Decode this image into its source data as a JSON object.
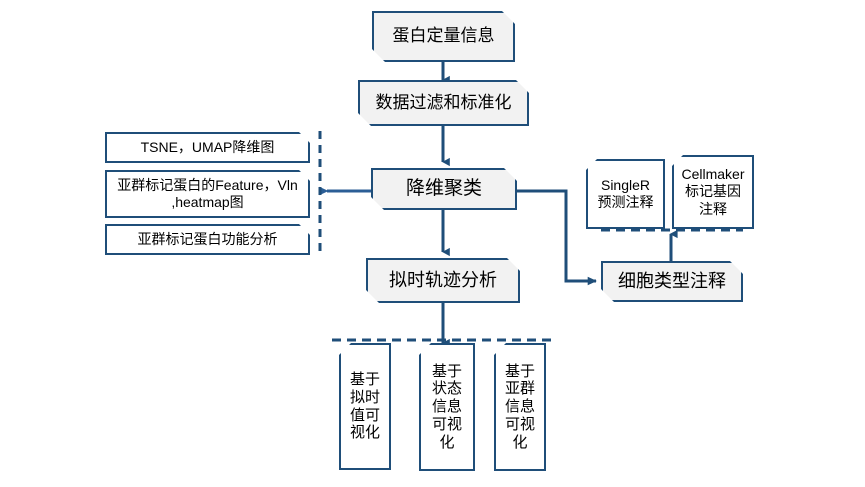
{
  "diagram": {
    "title_text": "蛋白定量信息",
    "colors": {
      "border": "#1F4E79",
      "main_fill": "#F2F2F2",
      "side_fill": "#FFFFFF",
      "connector": "#1F4E79",
      "background": "#FFFFFF"
    },
    "main_flow": [
      {
        "id": "protein-quant",
        "label": "蛋白定量信息"
      },
      {
        "id": "filter-normalize",
        "label": "数据过滤和标准化"
      },
      {
        "id": "dimred-cluster",
        "label": "降维聚类"
      },
      {
        "id": "pseudotime",
        "label": "拟时轨迹分析"
      }
    ],
    "left_outputs": [
      {
        "id": "tsne-umap",
        "label": "TSNE，UMAP降维图"
      },
      {
        "id": "marker-plots",
        "label": "亚群标记蛋白的Feature，Vln\n,heatmap图"
      },
      {
        "id": "marker-function",
        "label": "亚群标记蛋白功能分析"
      }
    ],
    "annotation_sources": [
      {
        "id": "singler",
        "label": "SingleR\n预测注释"
      },
      {
        "id": "cellmaker",
        "label": "Cellmaker\n标记基因\n注释"
      }
    ],
    "cell_type_annotation": {
      "id": "celltype",
      "label": "细胞类型注释"
    },
    "visualizations": [
      {
        "id": "viz-pseudotime-value",
        "label": "基于\n拟时\n值可\n视化"
      },
      {
        "id": "viz-state-info",
        "label": "基于\n状态\n信息\n可视\n化"
      },
      {
        "id": "viz-subcluster-info",
        "label": "基于\n亚群\n信息\n可视\n化"
      }
    ]
  }
}
